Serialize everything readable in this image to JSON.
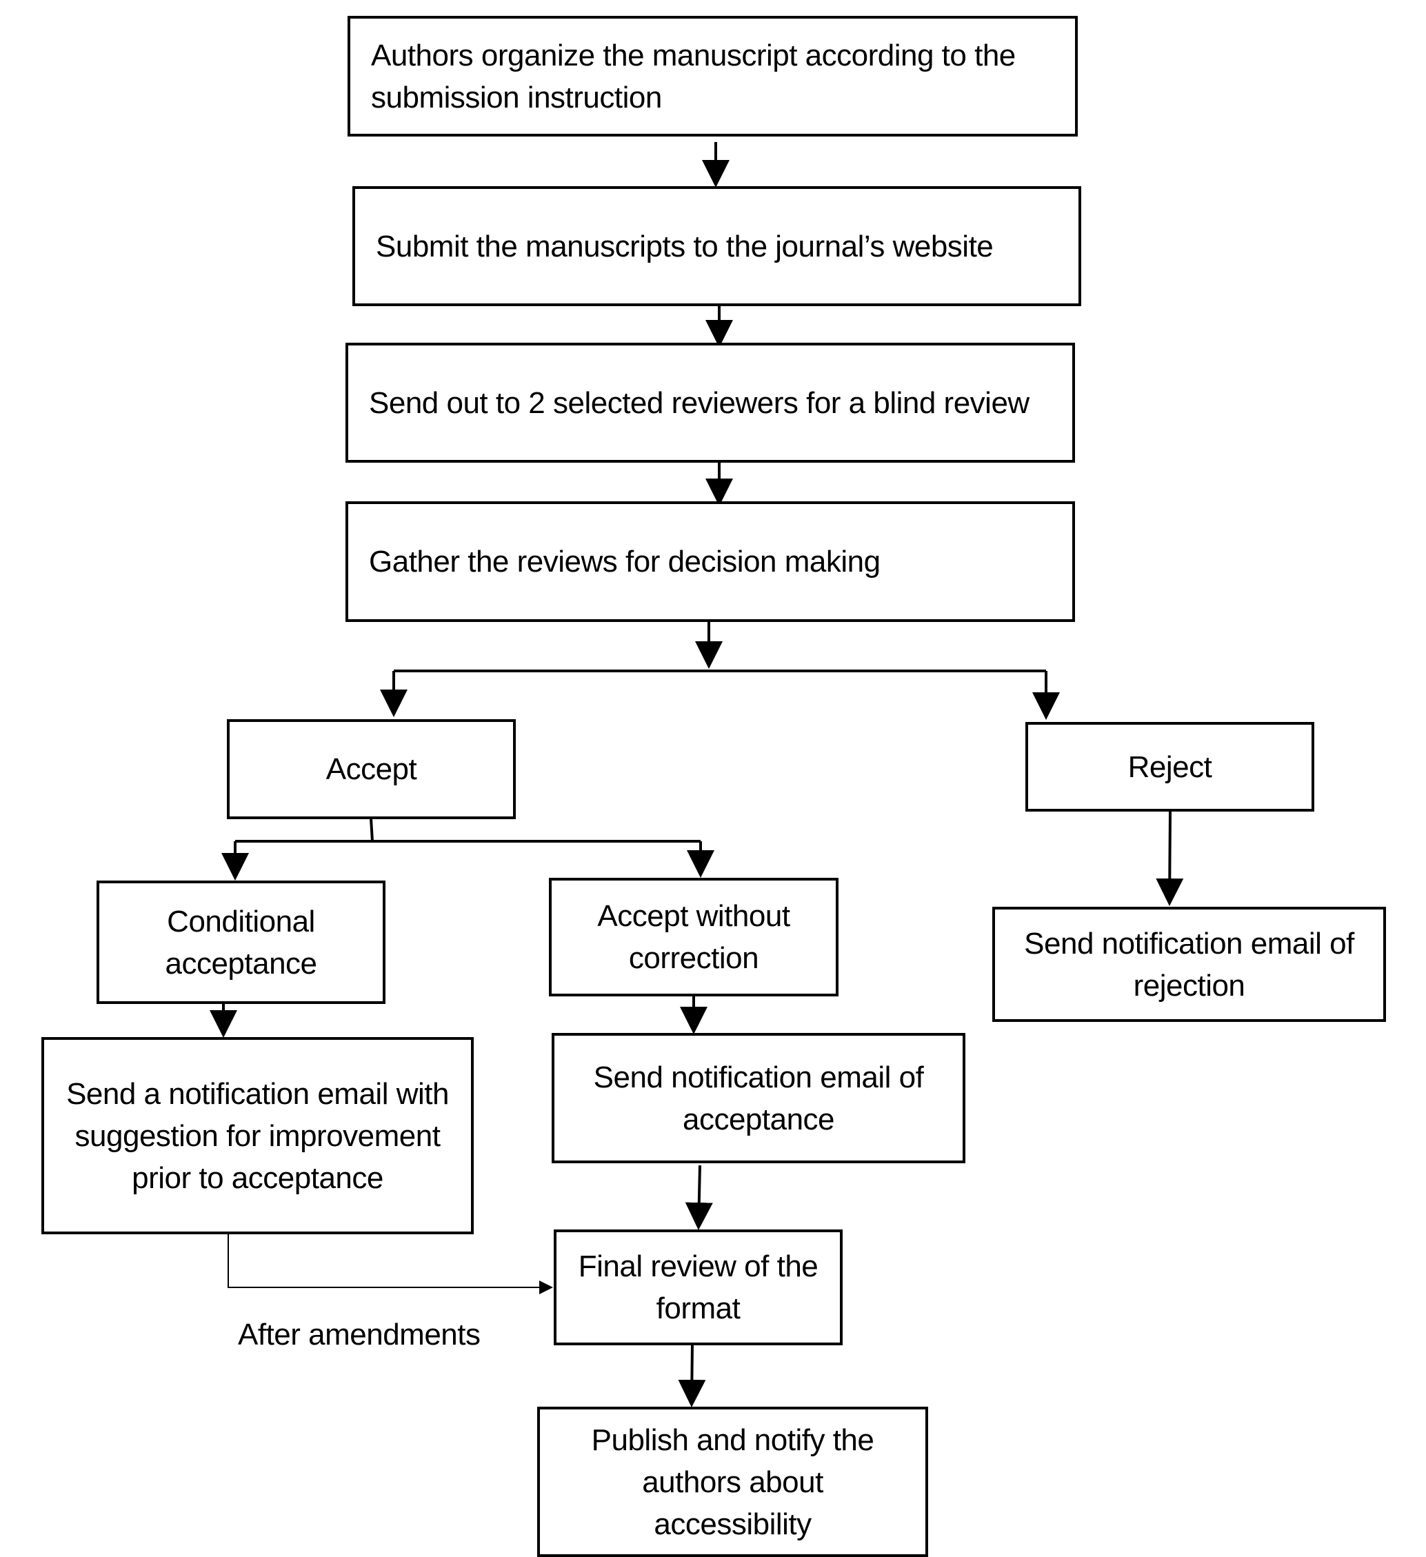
{
  "steps": {
    "organize": "Authors organize the manuscript according to the submission instruction",
    "submit": "Submit the manuscripts to the journal’s website",
    "send_reviewers": "Send out to 2 selected reviewers for a blind review",
    "gather": "Gather the reviews for decision making",
    "accept": "Accept",
    "reject": "Reject",
    "conditional": "Conditional acceptance",
    "accept_without": "Accept without correction",
    "reject_email": "Send notification email of rejection",
    "conditional_email": "Send a notification email with suggestion for improvement prior to acceptance",
    "accept_email": "Send notification email of acceptance",
    "final_review": "Final review of the format",
    "publish": "Publish and notify the authors about accessibility"
  },
  "edge_labels": {
    "after_amendments": "After amendments"
  }
}
